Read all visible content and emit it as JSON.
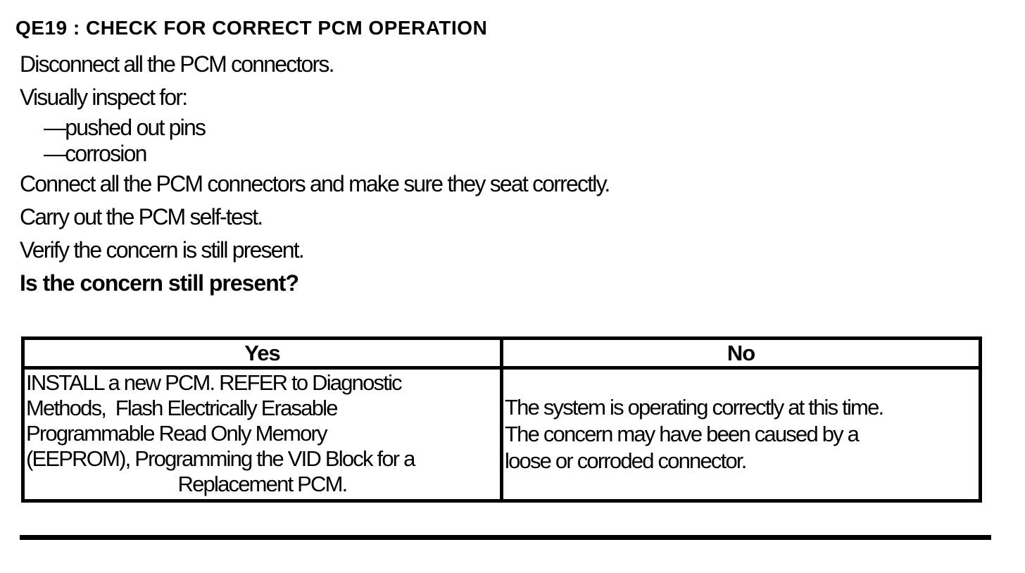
{
  "procedure": {
    "heading": "QE19 : CHECK FOR CORRECT PCM OPERATION",
    "lines": [
      "Disconnect all the PCM connectors.",
      "Visually inspect for:",
      "—pushed out pins",
      "—corrosion",
      "Connect all the PCM connectors and make sure they seat correctly.",
      "Carry out the PCM self-test.",
      "Verify the concern is still present.",
      "Is the concern still present?"
    ]
  },
  "results_table": {
    "yes_column": {
      "header": "Yes",
      "lines": [
        "INSTALL a new PCM. REFER to Diagnostic",
        "Methods,  Flash Electrically Erasable",
        "Programmable Read Only Memory",
        "(EEPROM), Programming the VID Block for a",
        "Replacement PCM."
      ]
    },
    "no_column": {
      "header": "No",
      "lines": [
        "The system is operating correctly at this time.",
        "The concern may have been caused by a",
        "loose or corroded connector."
      ]
    }
  },
  "colors": {
    "text": "#000000",
    "background": "#ffffff",
    "border": "#000000"
  }
}
